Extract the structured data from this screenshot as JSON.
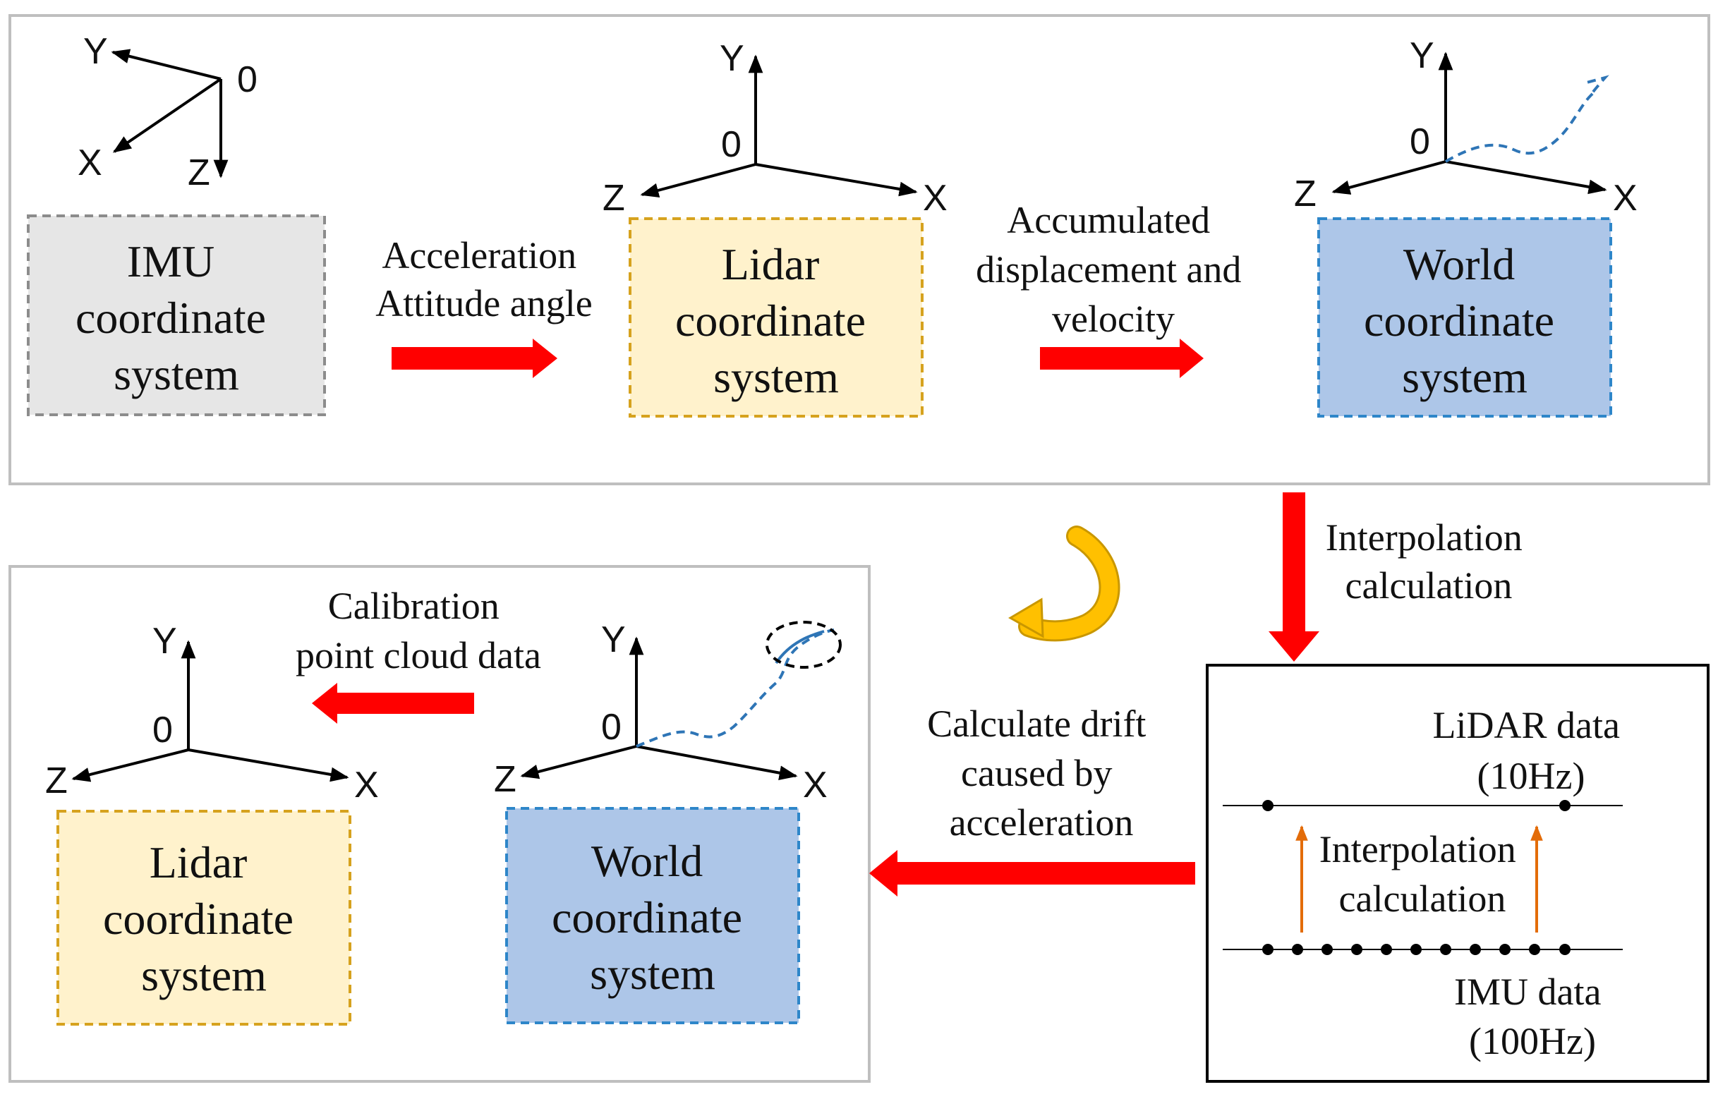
{
  "boxes": {
    "imu": {
      "lines": [
        "IMU",
        "coordinate",
        "system"
      ],
      "fill": "#e6e6e6",
      "border": "#8c8c8c"
    },
    "lidar_top": {
      "lines": [
        "Lidar",
        "coordinate",
        "system"
      ],
      "fill": "#fff2cc",
      "border": "#d6a21e"
    },
    "world_top": {
      "lines": [
        "World",
        "coordinate",
        "system"
      ],
      "fill": "#adc6e8",
      "border": "#2e86c9"
    },
    "world_bottom": {
      "lines": [
        "World",
        "coordinate",
        "system"
      ],
      "fill": "#adc6e8",
      "border": "#2e86c9"
    },
    "lidar_bottom": {
      "lines": [
        "Lidar",
        "coordinate",
        "system"
      ],
      "fill": "#fff2cc",
      "border": "#d6a21e"
    }
  },
  "arrow_labels": {
    "acceleration": [
      "Acceleration",
      "Attitude angle"
    ],
    "accumulated": [
      "Accumulated",
      "displacement and",
      "velocity"
    ],
    "interpolation": [
      "Interpolation",
      "calculation"
    ],
    "drift": [
      "Calculate drift",
      "caused by",
      "acceleration"
    ],
    "calibration": [
      "Calibration",
      "point cloud data"
    ]
  },
  "timeline": {
    "lidar": [
      "LiDAR data",
      "(10Hz)"
    ],
    "interp": [
      "Interpolation",
      "calculation"
    ],
    "imu": [
      "IMU data",
      "(100Hz)"
    ]
  },
  "axes": {
    "x": "X",
    "y": "Y",
    "z": "Z",
    "origin": "0"
  },
  "colors": {
    "flow_arrow": "#ff0000",
    "interp_arrow": "#e36c09",
    "curved_arrow": "#ffc000",
    "trajectory": "#2e75b6",
    "panel_border": "#bfbfbf"
  }
}
